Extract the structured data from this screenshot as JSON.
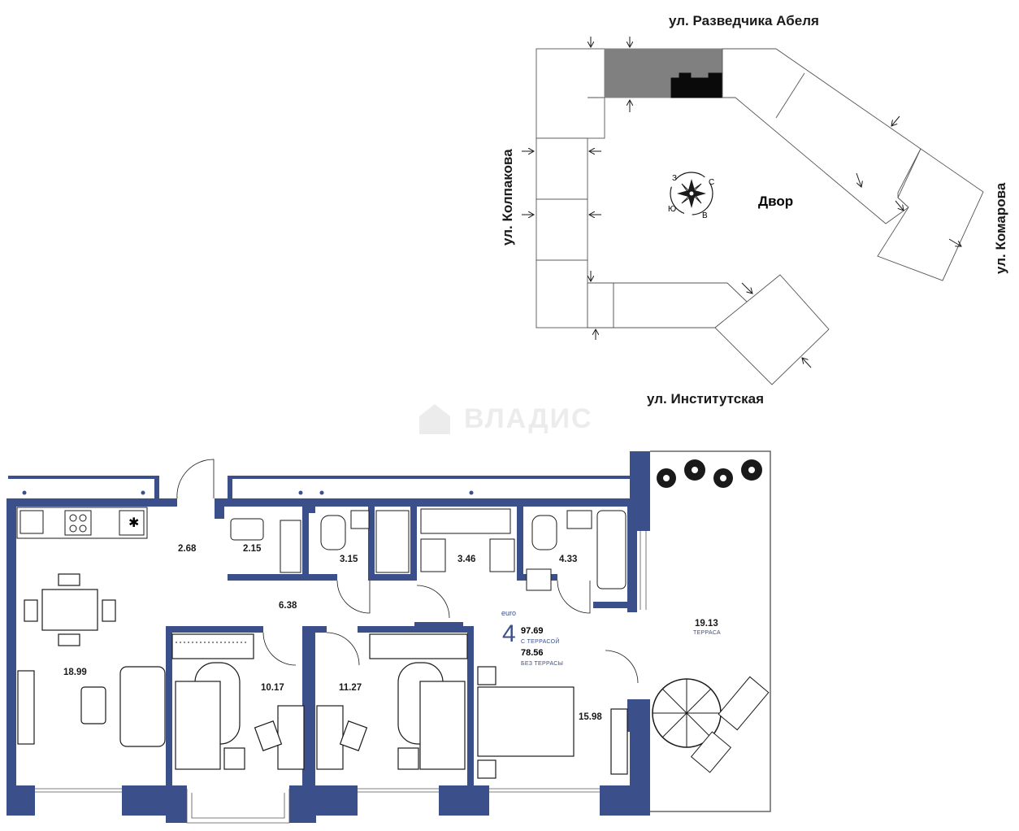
{
  "site_plan": {
    "streets": {
      "north": "ул. Разведчика Абеля",
      "west": "ул. Колпакова",
      "east": "ул. Комарова",
      "south": "ул. Институтская"
    },
    "yard_label": "Двор",
    "compass_letters": {
      "n": "С",
      "e": "В",
      "s": "Ю",
      "w": "З"
    }
  },
  "watermark": "ВЛАДИС",
  "apartment": {
    "class_label": "euro",
    "rooms_count": "4",
    "area_with_terrace": "97.69",
    "with_terrace_label": "С ТЕРРАСОЙ",
    "area_without_terrace": "78.56",
    "without_terrace_label": "БЕЗ ТЕРРАСЫ",
    "terrace_label": "ТЕРРАСА",
    "rooms": {
      "hall": "2.68",
      "closet": "2.15",
      "bath1": "3.15",
      "laundry": "3.46",
      "bath2": "4.33",
      "corridor": "6.38",
      "living": "18.99",
      "bedroom1": "10.17",
      "bedroom2": "11.27",
      "master": "15.98",
      "terrace": "19.13"
    }
  },
  "colors": {
    "wall": "#3b4f8a",
    "text": "#1a1a1a",
    "building_shade": "#808080"
  }
}
